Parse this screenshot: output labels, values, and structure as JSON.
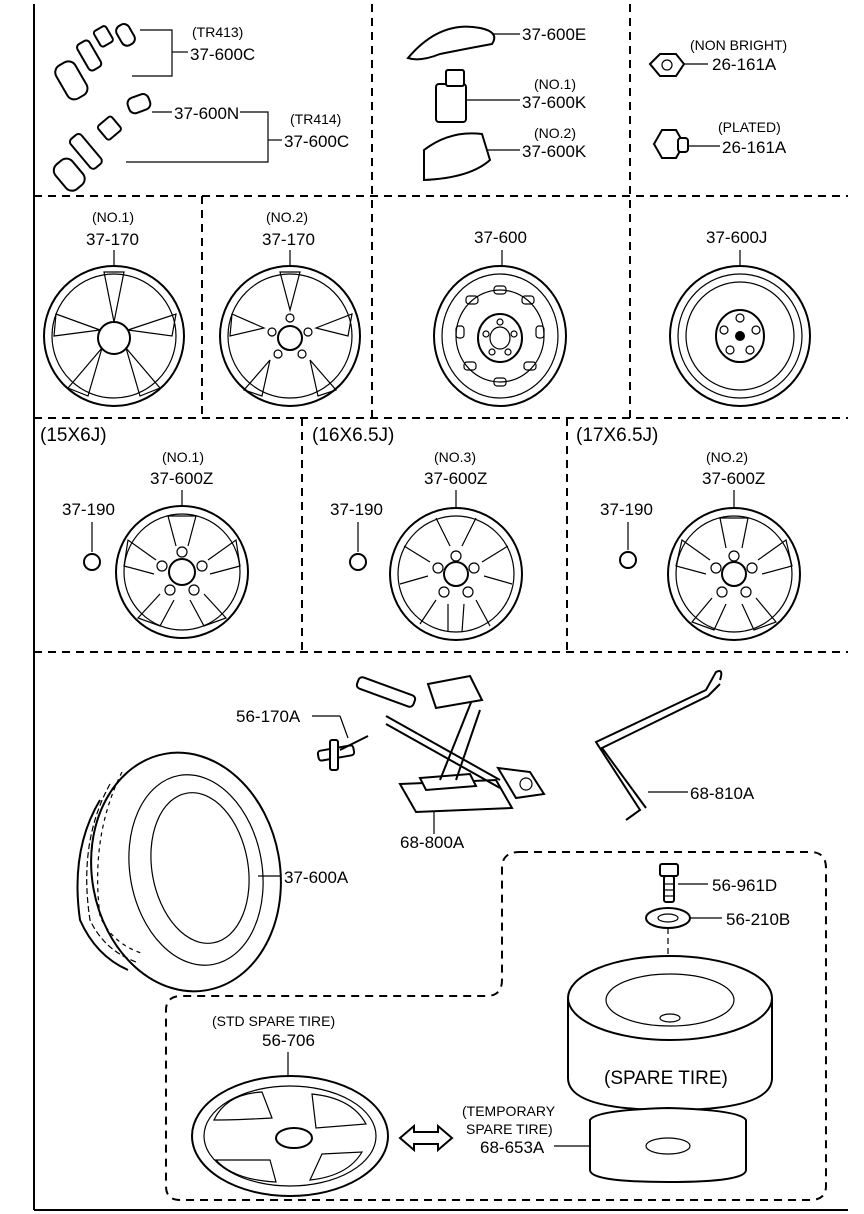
{
  "labels": {
    "tr413": "(TR413)",
    "p37_600C_a": "37-600C",
    "p37_600N": "37-600N",
    "tr414": "(TR414)",
    "p37_600C_b": "37-600C",
    "p37_600E": "37-600E",
    "no1_k": "(NO.1)",
    "p37_600K_a": "37-600K",
    "no2_k": "(NO.2)",
    "p37_600K_b": "37-600K",
    "non_bright": "(NON BRIGHT)",
    "p26_161A_a": "26-161A",
    "plated": "(PLATED)",
    "p26_161A_b": "26-161A",
    "no1_170": "(NO.1)",
    "p37_170_a": "37-170",
    "no2_170": "(NO.2)",
    "p37_170_b": "37-170",
    "p37_600": "37-600",
    "p37_600J": "37-600J",
    "size_15": "(15X6J)",
    "size_16": "(16X6.5J)",
    "size_17": "(17X6.5J)",
    "no1_z": "(NO.1)",
    "p37_600Z_a": "37-600Z",
    "no3_z": "(NO.3)",
    "p37_600Z_b": "37-600Z",
    "no2_z": "(NO.2)",
    "p37_600Z_c": "37-600Z",
    "p37_190_a": "37-190",
    "p37_190_b": "37-190",
    "p37_190_c": "37-190",
    "p56_170A": "56-170A",
    "p68_800A": "68-800A",
    "p68_810A": "68-810A",
    "p37_600A": "37-600A",
    "p56_961D": "56-961D",
    "p56_210B": "56-210B",
    "std_spare": "(STD SPARE TIRE)",
    "p56_706": "56-706",
    "spare_tire": "(SPARE TIRE)",
    "temporary": "(TEMPORARY",
    "spare_tire_close": "SPARE TIRE)",
    "p68_653A": "68-653A"
  }
}
